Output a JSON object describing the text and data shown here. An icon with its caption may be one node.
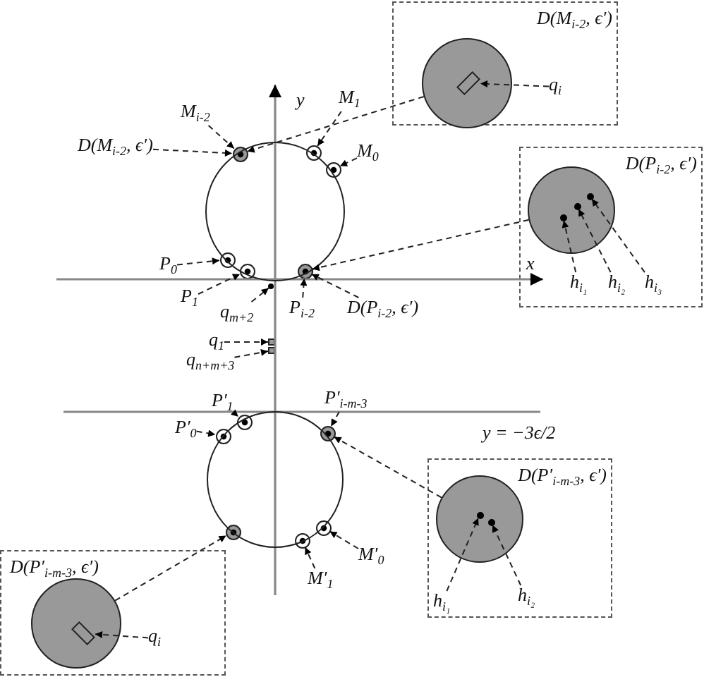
{
  "diagram": {
    "nodes": [
      {
        "text": [
          "D(M$_{i-2}$, ϵ′)"
        ]
      },
      {
        "text": [],
        "shape": "circle",
        "in": 0
      },
      {
        "text": [],
        "shape": "box",
        "in": 1
      },
      {
        "text": [
          "q$_{i}$"
        ],
        "in": 0
      },
      {
        "text": [
          "D(P$_{i-2}$, ϵ′)"
        ]
      },
      {
        "text": [],
        "shape": "circle",
        "in": 4
      },
      {
        "text": [],
        "shape": "circle",
        "in": 5
      },
      {
        "text": [],
        "shape": "circle",
        "in": 5
      },
      {
        "text": [],
        "shape": "circle",
        "in": 5
      },
      {
        "text": [
          "h$_{i₁}$"
        ],
        "in": 4
      },
      {
        "text": [
          "h$_{i₂}$"
        ],
        "in": 4
      },
      {
        "text": [
          "h$_{i₃}$"
        ],
        "in": 4
      },
      {
        "text": [
          "D(P′$_{i-m-3}$, ϵ′)"
        ]
      },
      {
        "text": [],
        "shape": "circle",
        "in": 12
      },
      {
        "text": [],
        "shape": "circle",
        "in": 13
      },
      {
        "text": [],
        "shape": "circle",
        "in": 13
      },
      {
        "text": [
          "h$_{i₁}$"
        ],
        "in": 12
      },
      {
        "text": [
          "h$_{i₂}$"
        ],
        "in": 12
      },
      {
        "text": [
          "D(P′$_{i-m-3}$, ϵ′)"
        ]
      },
      {
        "text": [],
        "shape": "circle",
        "in": 18
      },
      {
        "text": [],
        "shape": "box",
        "in": 19
      },
      {
        "text": [
          "q$_{i}$"
        ],
        "in": 18
      },
      {
        "text": [],
        "shape": "circle"
      },
      {
        "text": [],
        "shape": "circle"
      },
      {
        "text": [],
        "shape": "circle"
      },
      {
        "text": [],
        "shape": "circle"
      },
      {
        "text": [],
        "shape": "circle"
      },
      {
        "text": [],
        "shape": "circle"
      },
      {
        "text": [],
        "shape": "circle"
      },
      {
        "text": [],
        "shape": "box"
      },
      {
        "text": [],
        "shape": "box"
      },
      {
        "text": [],
        "shape": "circle"
      },
      {
        "text": [],
        "shape": "circle"
      },
      {
        "text": [],
        "shape": "circle"
      },
      {
        "text": [],
        "shape": "circle"
      },
      {
        "text": [],
        "shape": "circle"
      },
      {
        "text": [],
        "shape": "circle"
      },
      {
        "text": [
          "M$_{i-2}$"
        ]
      },
      {
        "text": [
          "D(M$_{i-2}$, ϵ′)"
        ]
      },
      {
        "text": [
          "M$_{1}$"
        ]
      },
      {
        "text": [
          "M$_{0}$"
        ]
      },
      {
        "text": [
          "P$_{0}$"
        ]
      },
      {
        "text": [
          "P$_{1}$"
        ]
      },
      {
        "text": [
          "P$_{i-2}$"
        ]
      },
      {
        "text": [
          "D(P$_{i-2}$, ϵ′)"
        ]
      },
      {
        "text": [
          "q$_{m+2}$"
        ]
      },
      {
        "text": [
          "q$_{1}$"
        ]
      },
      {
        "text": [
          "q$_{n+m+3}$"
        ]
      },
      {
        "text": [
          "P′$_{0}$"
        ]
      },
      {
        "text": [
          "P′$_{1}$"
        ]
      },
      {
        "text": [
          "P′$_{i-m-3}$"
        ]
      },
      {
        "text": [
          "M′$_{0}$"
        ]
      },
      {
        "text": [
          "M′$_{1}$"
        ]
      }
    ],
    "edges": [
      {
        "from": 1,
        "to": 22,
        "arrow": "to"
      },
      {
        "from": 3,
        "to": 2,
        "arrow": "to"
      },
      {
        "from": 5,
        "to": 27,
        "arrow": "to"
      },
      {
        "from": 9,
        "to": 6,
        "arrow": "to"
      },
      {
        "from": 10,
        "to": 7,
        "arrow": "to"
      },
      {
        "from": 11,
        "to": 8,
        "arrow": "to"
      },
      {
        "from": 13,
        "to": 33,
        "arrow": "to"
      },
      {
        "from": 16,
        "to": 14,
        "arrow": "to"
      },
      {
        "from": 17,
        "to": 15,
        "arrow": "to"
      },
      {
        "from": 19,
        "to": 34,
        "arrow": "to"
      },
      {
        "from": 21,
        "to": 20,
        "arrow": "to"
      },
      {
        "from": 37,
        "to": 22,
        "arrow": "to"
      },
      {
        "from": 38,
        "to": 22,
        "arrow": "to"
      },
      {
        "from": 39,
        "to": 23,
        "arrow": "to"
      },
      {
        "from": 40,
        "to": 24,
        "arrow": "to"
      },
      {
        "from": 41,
        "to": 25,
        "arrow": "to"
      },
      {
        "from": 42,
        "to": 26,
        "arrow": "to"
      },
      {
        "from": 43,
        "to": 27,
        "arrow": "to"
      },
      {
        "from": 44,
        "to": 27,
        "arrow": "to"
      },
      {
        "from": 45,
        "to": 28,
        "arrow": "to"
      },
      {
        "from": 46,
        "to": 29,
        "arrow": "to"
      },
      {
        "from": 47,
        "to": 30,
        "arrow": "to"
      },
      {
        "from": 48,
        "to": 32,
        "arrow": "to"
      },
      {
        "from": 49,
        "to": 31,
        "arrow": "to"
      },
      {
        "from": 50,
        "to": 33,
        "arrow": "to"
      },
      {
        "from": 51,
        "to": 35,
        "arrow": "to"
      },
      {
        "from": 52,
        "to": 36,
        "arrow": "to"
      }
    ],
    "labels": [
      "y",
      "x",
      "y = −3ϵ/2"
    ]
  }
}
